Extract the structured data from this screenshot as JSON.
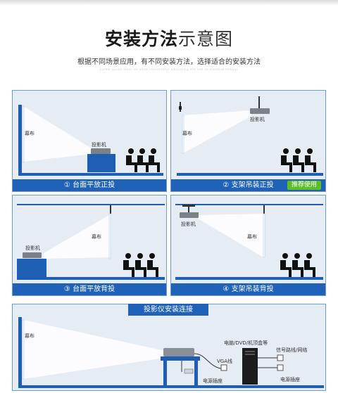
{
  "title": {
    "bold": "安装方法",
    "light": "示意图"
  },
  "subtitle": "根据不同场景应用，有不同安装方法，选择适合的安装方法",
  "subtitle_faint": "Lorem ipsum dolor sit amet consectetur adipiscing elit sed do eiusmod tempor",
  "panels": [
    {
      "caption": "① 台面平放正投",
      "screen_label": "幕布",
      "projector_label": "投影机"
    },
    {
      "caption": "② 支架吊装正投",
      "screen_label": "幕布",
      "projector_label": "投影机",
      "badge": "推荐使用"
    },
    {
      "caption": "③ 台面平放背投",
      "screen_label": "幕布",
      "projector_label": "投影机"
    },
    {
      "caption": "④ 支架吊装背投",
      "screen_label": "幕布",
      "projector_label": "投影机"
    }
  ],
  "connection": {
    "title": "投影仪安装连接",
    "screen_label": "幕布",
    "pc_label": "电脑/DVD/机顶盒等",
    "vga_label": "VGA线",
    "signal_label": "信号路线/网络",
    "power_label_1": "电源插座",
    "power_label_2": "电源插座"
  },
  "colors": {
    "accent": "#1f62b8",
    "panel_bg": "#e6ecf3",
    "badge": "#5cbf2a",
    "wall": "#1e5fb5"
  }
}
